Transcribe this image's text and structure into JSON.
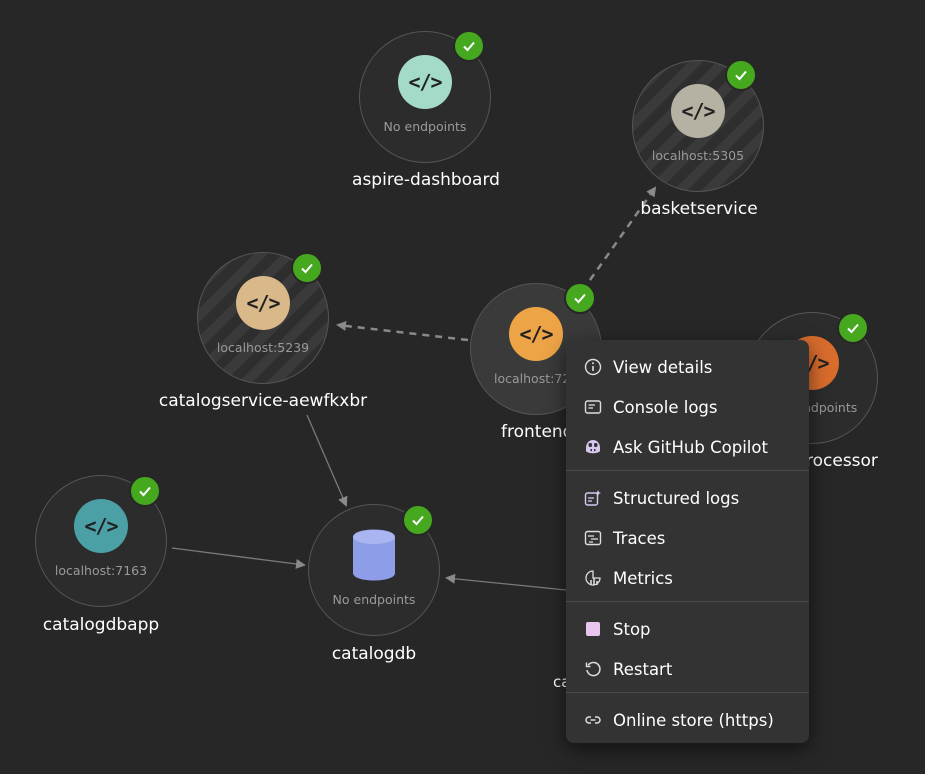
{
  "nodes": {
    "aspire_dashboard": {
      "name": "aspire-dashboard",
      "endpoint": "No endpoints",
      "color": "#a4dac8"
    },
    "basketservice": {
      "name": "basketservice",
      "endpoint": "localhost:5305",
      "color": "#b6b2a3"
    },
    "catalogservice": {
      "name": "catalogservice-aewfkxbr",
      "endpoint": "localhost:5239",
      "color": "#d9b98a"
    },
    "frontend": {
      "name": "frontend",
      "endpoint": "localhost:72",
      "color": "#eda447"
    },
    "orderprocessor": {
      "name": "rocessor",
      "endpoint": "ndpoints",
      "color": "#d86c2d"
    },
    "catalogdbapp": {
      "name": "catalogdbapp",
      "endpoint": "localhost:7163",
      "color": "#4aa0a5"
    },
    "catalogdb": {
      "name": "catalogdb",
      "endpoint": "No endpoints",
      "color": "#8e9de8"
    },
    "partial_label": "ca"
  },
  "icons": {
    "resource": "code-brackets-icon",
    "database": "database-icon",
    "status": "checkmark-icon"
  },
  "context_menu": {
    "items": [
      {
        "label": "View details",
        "icon": "info-icon"
      },
      {
        "label": "Console logs",
        "icon": "console-icon"
      },
      {
        "label": "Ask GitHub Copilot",
        "icon": "copilot-icon"
      },
      {
        "label": "Structured logs",
        "icon": "structured-logs-icon"
      },
      {
        "label": "Traces",
        "icon": "traces-icon"
      },
      {
        "label": "Metrics",
        "icon": "metrics-icon"
      },
      {
        "label": "Stop",
        "icon": "stop-icon"
      },
      {
        "label": "Restart",
        "icon": "restart-icon"
      },
      {
        "label": "Online store (https)",
        "icon": "link-icon"
      }
    ]
  },
  "colors": {
    "background": "#272727",
    "status_ok": "#46a81e",
    "menu_bg": "#333333",
    "stop_accent": "#e8c6ef"
  }
}
